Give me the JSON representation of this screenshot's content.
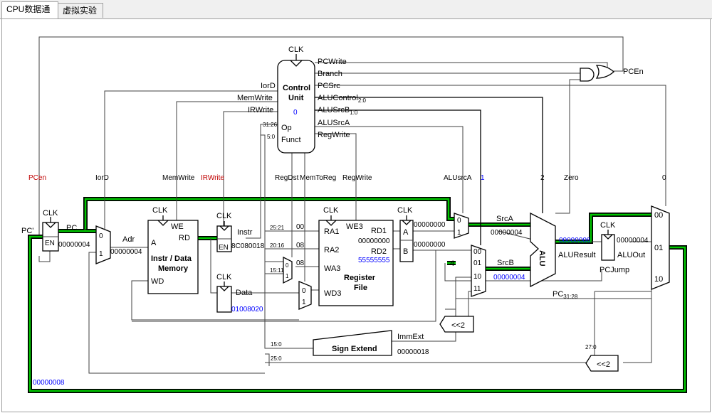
{
  "tabs": [
    {
      "label": "CPU数据通路"
    },
    {
      "label": "虚拟实验板"
    }
  ],
  "control_unit": {
    "line1": "Control",
    "line2": "Unit",
    "value": "0",
    "clk": "CLK",
    "op": "Op",
    "funct": "Funct"
  },
  "control_outputs": {
    "pcwrite": "PCWrite",
    "branch": "Branch",
    "pcsrc": "PCSrc",
    "alucontrol": "ALUControl",
    "alucontrol_sub": "2:0",
    "alusrcb": "ALUSrcB",
    "alusrcb_sub": "1:0",
    "alusrca": "ALUSrcA",
    "regwrite": "RegWrite",
    "iord": "IorD",
    "memwrite": "MemWrite",
    "irwrite": "IRWrite"
  },
  "pcen_label": "PCEn",
  "signal_labels": {
    "pcen": "PCen",
    "iord": "IorD",
    "memwrite": "MemWrite",
    "irwrite": "IRWrite",
    "regdst": "RegDst",
    "memtoreg": "MemToReg",
    "regwrite": "RegWrite",
    "alusrca": "ALUsrcA",
    "alusrcb_val": "1",
    "alucontrol_val": "2",
    "zero": "Zero",
    "pcsrc_val": "0"
  },
  "pc": {
    "prime": "PC'",
    "label": "PC",
    "clk": "CLK",
    "en": "EN",
    "value": "00000004"
  },
  "adr_mux": {
    "in0": "0",
    "in1": "1",
    "label": "Adr",
    "value": "00000004"
  },
  "memory": {
    "clk": "CLK",
    "we": "WE",
    "a": "A",
    "rd": "RD",
    "wd": "WD",
    "line1": "Instr / Data",
    "line2": "Memory"
  },
  "instr_reg": {
    "clk": "CLK",
    "en": "EN",
    "label": "Instr",
    "value": "8C080018"
  },
  "data_reg": {
    "clk": "CLK",
    "label": "Data",
    "value": "01008020"
  },
  "bit_fields": {
    "op": "31:26",
    "funct": "5:0",
    "rs": "25:21",
    "rt": "20:16",
    "rd": "15:11",
    "imm": "15:0",
    "jump": "25:0",
    "pcjump_high": "27:0"
  },
  "regfile": {
    "clk": "CLK",
    "we3": "WE3",
    "ra1": "RA1",
    "ra2": "RA2",
    "wa3": "WA3",
    "wd3": "WD3",
    "rd1": "RD1",
    "rd2": "RD2",
    "rd1_value": "00000000",
    "rd2_value": "55555555",
    "line1": "Register",
    "line2": "File",
    "ra1_in": "00",
    "ra2_in": "08",
    "wa3_in": "08"
  },
  "regdst_mux": {
    "in0": "0",
    "in1": "1"
  },
  "memtoreg_mux": {
    "in0": "0",
    "in1": "1"
  },
  "ab_reg": {
    "clk": "CLK",
    "a": "A",
    "b": "B",
    "a_value": "00000000",
    "b_value": "00000000"
  },
  "srca_mux": {
    "in0": "0",
    "in1": "1",
    "label": "SrcA",
    "value": "00000004"
  },
  "srcb_mux": {
    "in00": "00",
    "in01": "01",
    "in10": "10",
    "in11": "11",
    "four": "4",
    "label": "SrcB",
    "value": "00000004"
  },
  "alu": {
    "label": "ALU",
    "result_label": "ALUResult",
    "result_value": "00000008"
  },
  "aluout": {
    "clk": "CLK",
    "value": "00000004",
    "label": "ALUOut"
  },
  "pc_mux": {
    "in00": "00",
    "in01": "01",
    "in10": "10",
    "pcjump": "PCJump"
  },
  "sign_extend": {
    "label": "Sign Extend",
    "out_label": "ImmExt",
    "value": "00000018"
  },
  "shift_left": {
    "label": "<<2"
  },
  "shift_jump": {
    "label": "<<2",
    "pc_high": "PC",
    "pc_high_sub": "31:28"
  },
  "pc_next_value": "00000008",
  "colors": {
    "bus_green": "#00c800",
    "wire": "#404040",
    "value_blue": "#0000ff",
    "signal_red": "#c00000"
  }
}
